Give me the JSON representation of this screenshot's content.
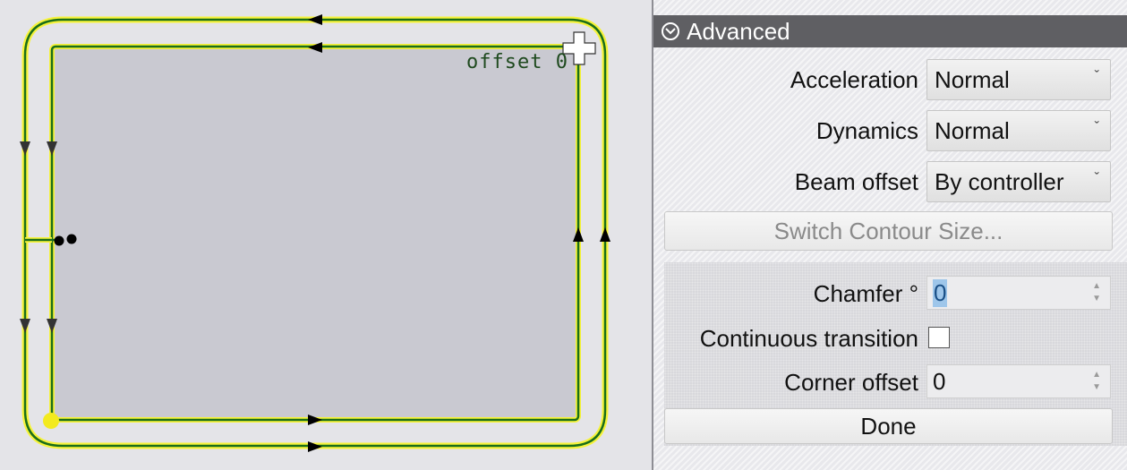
{
  "canvas": {
    "offset_label": "offset 0",
    "colors": {
      "part_fill": "#c9c9d1",
      "contour_green": "#1a6e1a",
      "highlight_yellow": "#f6f33a",
      "start_point": "#f3ea1e"
    },
    "icons": [
      "move-cursor-icon",
      "direction-arrow-icon",
      "lead-in-dot-icon"
    ]
  },
  "panel": {
    "section_title": "Advanced",
    "acceleration": {
      "label": "Acceleration",
      "value": "Normal"
    },
    "dynamics": {
      "label": "Dynamics",
      "value": "Normal"
    },
    "beam_offset": {
      "label": "Beam offset",
      "value": "By controller"
    },
    "switch_contour_label": "Switch Contour Size...",
    "chamfer": {
      "label": "Chamfer °",
      "value": "0"
    },
    "continuous_transition": {
      "label": "Continuous transition",
      "checked": false
    },
    "corner_offset": {
      "label": "Corner offset",
      "value": "0"
    },
    "done_label": "Done"
  }
}
